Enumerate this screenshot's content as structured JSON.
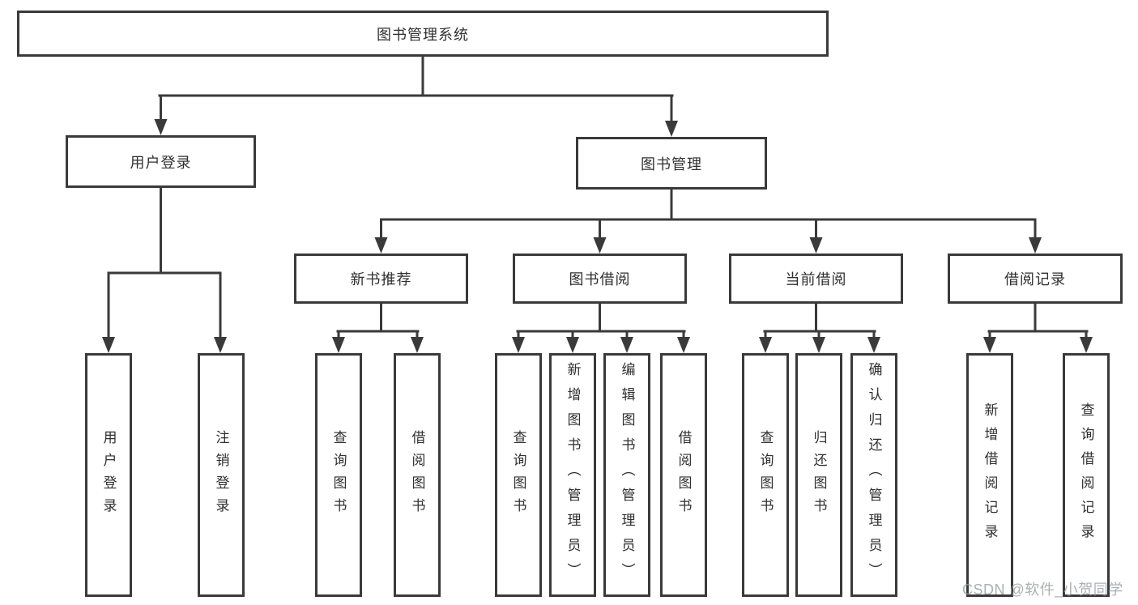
{
  "diagram": {
    "type": "tree",
    "root": {
      "label": "图书管理系统",
      "children": [
        {
          "label": "用户登录",
          "children": [
            {
              "label": "用户登录"
            },
            {
              "label": "注销登录"
            }
          ]
        },
        {
          "label": "图书管理",
          "children": [
            {
              "label": "新书推荐",
              "children": [
                {
                  "label": "查询图书"
                },
                {
                  "label": "借阅图书"
                }
              ]
            },
            {
              "label": "图书借阅",
              "children": [
                {
                  "label": "查询图书"
                },
                {
                  "label": "新增图书（管理员）"
                },
                {
                  "label": "编辑图书（管理员）"
                },
                {
                  "label": "借阅图书"
                }
              ]
            },
            {
              "label": "当前借阅",
              "children": [
                {
                  "label": "查询图书"
                },
                {
                  "label": "归还图书"
                },
                {
                  "label": "确认归还（管理员）"
                }
              ]
            },
            {
              "label": "借阅记录",
              "children": [
                {
                  "label": "新增借阅记录"
                },
                {
                  "label": "查询借阅记录"
                }
              ]
            }
          ]
        }
      ]
    }
  },
  "watermark": "CSDN @软件_小贺同学",
  "colors": {
    "line": "#3a3a3a",
    "text": "#2f2f2f",
    "background": "#ffffff"
  }
}
